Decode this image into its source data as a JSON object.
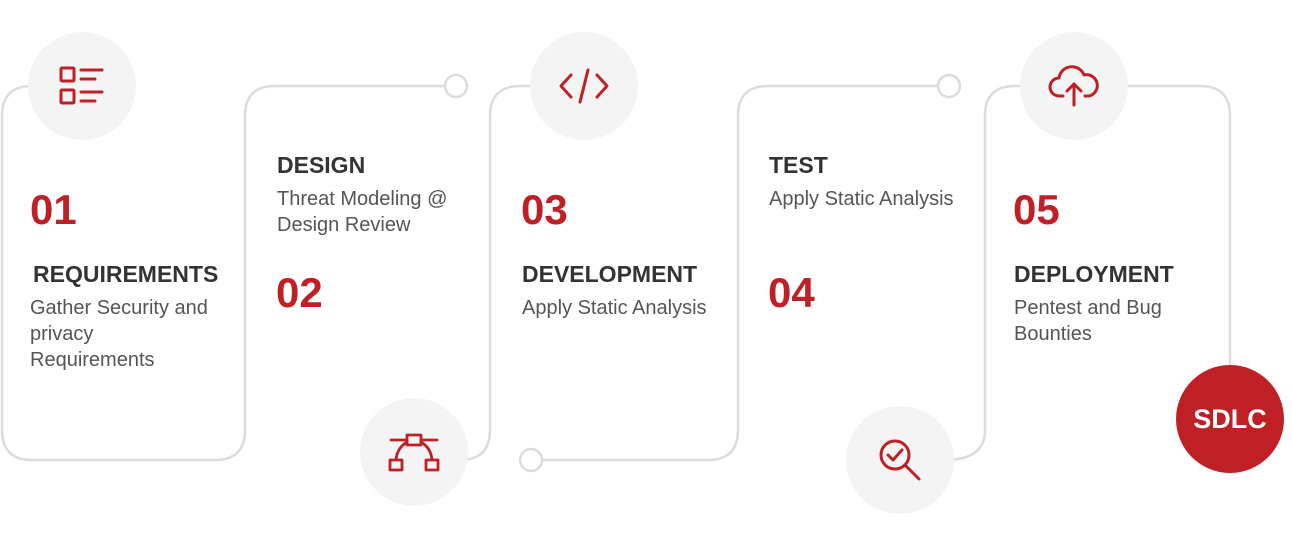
{
  "colors": {
    "accent": "#bf2026",
    "title_text": "#333333",
    "body_text": "#555555",
    "line": "#dcdcdc",
    "icon_bg": "#f5f4f4"
  },
  "steps": [
    {
      "number": "01",
      "title": "REQUIREMENTS",
      "desc_lines": [
        "Gather Security and",
        "privacy",
        "Requirements"
      ],
      "icon": "list-icon"
    },
    {
      "number": "02",
      "title": "DESIGN",
      "desc_lines": [
        "Threat Modeling @",
        "Design Review"
      ],
      "icon": "vector-pen-icon"
    },
    {
      "number": "03",
      "title": "DEVELOPMENT",
      "desc_lines": [
        "Apply Static Analysis"
      ],
      "icon": "code-icon"
    },
    {
      "number": "04",
      "title": "TEST",
      "desc_lines": [
        "Apply Static Analysis"
      ],
      "icon": "magnifier-check-icon"
    },
    {
      "number": "05",
      "title": "DEPLOYMENT",
      "desc_lines": [
        "Pentest and Bug",
        "Bounties"
      ],
      "icon": "cloud-upload-icon"
    }
  ],
  "badge": {
    "label": "SDLC"
  }
}
